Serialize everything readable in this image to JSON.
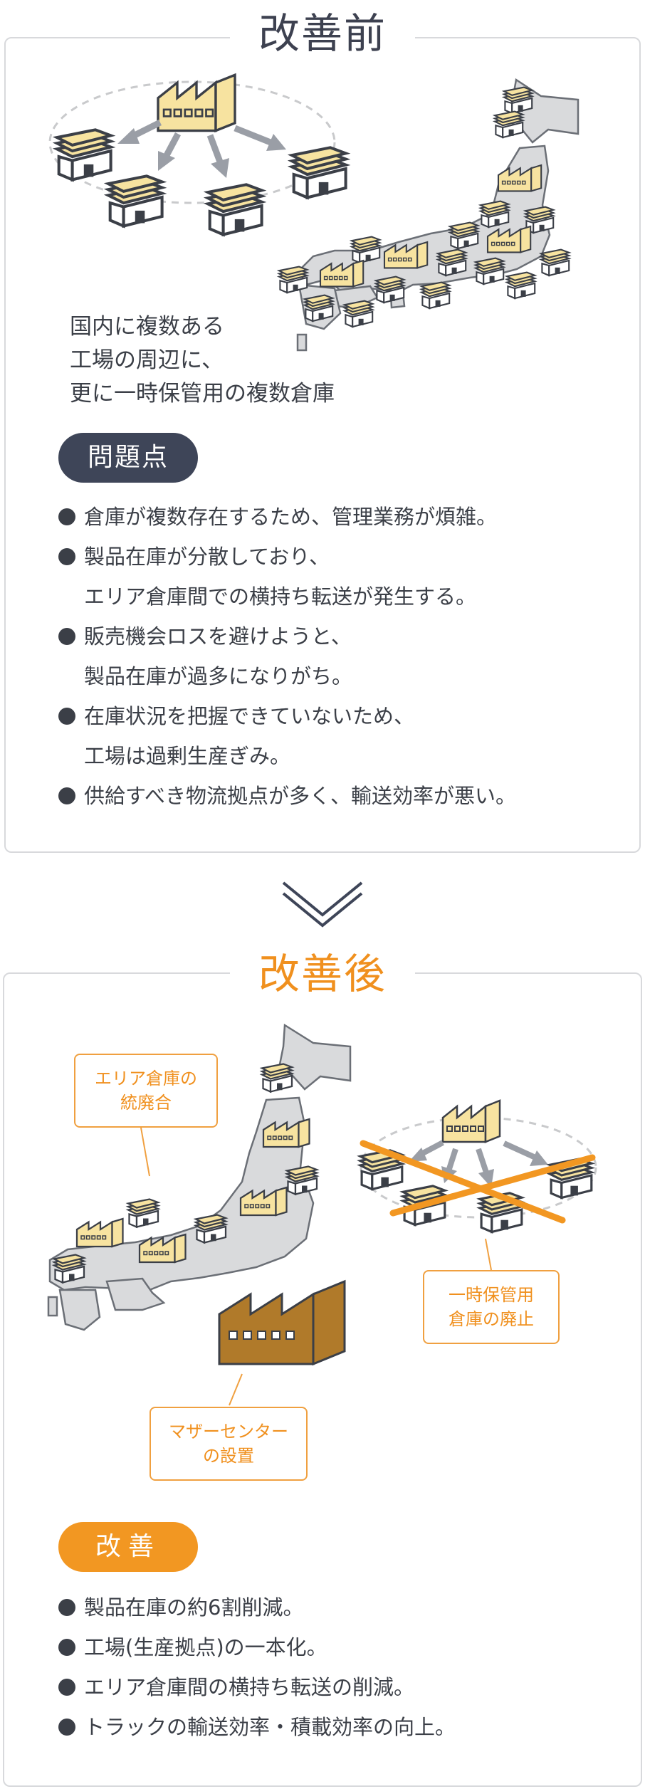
{
  "before": {
    "title": "改善前",
    "description": [
      "国内に複数ある",
      "工場の周辺に、",
      "更に一時保管用の複数倉庫"
    ],
    "problem_label": "問題点",
    "problems": [
      [
        "倉庫が複数存在するため、管理業務が煩雑。"
      ],
      [
        "製品在庫が分散しており、",
        "エリア倉庫間での横持ち転送が発生する。"
      ],
      [
        "販売機会ロスを避けようと、",
        "製品在庫が過多になりがち。"
      ],
      [
        "在庫状況を把握できていないため、",
        "工場は過剰生産ぎみ。"
      ],
      [
        "供給すべき物流拠点が多く、輸送効率が悪い。"
      ]
    ]
  },
  "after": {
    "title": "改善後",
    "callouts": {
      "consolidation": [
        "エリア倉庫の",
        "統廃合"
      ],
      "temp_removal": [
        "一時保管用",
        "倉庫の廃止"
      ],
      "mother_center": [
        "マザーセンター",
        "の設置"
      ]
    },
    "improve_label": "改善",
    "improvements": [
      "製品在庫の約6割削減。",
      "工場(生産拠点)の一本化。",
      "エリア倉庫間の横持ち転送の削減。",
      "トラックの輸送効率・積載効率の向上。"
    ]
  },
  "colors": {
    "navy": "#3e4558",
    "orange": "#f29722",
    "map_gray": "#d9dadc",
    "building_yellow": "#f7e3a0",
    "mother_center_brown": "#b07a2a"
  }
}
